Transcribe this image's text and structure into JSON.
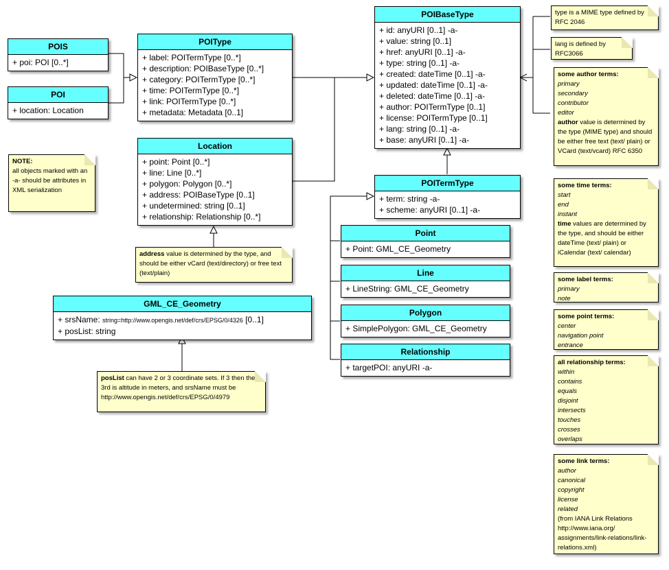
{
  "classes": {
    "pois": {
      "title": "POIS",
      "attrs": [
        "+ poi: POI [0..*]"
      ]
    },
    "poi": {
      "title": "POI",
      "attrs": [
        "+ location: Location"
      ]
    },
    "poitype": {
      "title": "POIType",
      "attrs": [
        "+ label: POITermType [0..*]",
        "+ description: POIBaseType [0..*]",
        "+ category: POITermType [0..*]",
        "+ time: POITermType [0..*]",
        "+ link: POITermType [0..*]",
        "+ metadata: Metadata [0..1]"
      ]
    },
    "location": {
      "title": "Location",
      "attrs": [
        "+ point: Point [0..*]",
        "+ line: Line [0..*]",
        "+ polygon: Polygon [0..*]",
        "+ address: POIBaseType [0..1]",
        "+ undetermined: string [0..1]",
        "+ relationship: Relationship [0..*]"
      ]
    },
    "poibasetype": {
      "title": "POIBaseType",
      "attrs": [
        "+ id: anyURI [0..1] -a-",
        "+ value: string [0..1]",
        "+ href: anyURI [0..1] -a-",
        "+ type: string [0..1] -a-",
        "+ created: dateTime [0..1] -a-",
        "+ updated: dateTime [0..1] -a-",
        "+ deleted: dateTime [0..1] -a-",
        "+ author: POITermType [0..1]",
        "+ license: POITermType [0..1]",
        "+ lang: string [0..1] -a-",
        "+ base: anyURI [0..1] -a-"
      ]
    },
    "poitermtype": {
      "title": "POITermType",
      "attrs": [
        "+ term: string -a-",
        "+ scheme: anyURI [0..1] -a-"
      ]
    },
    "point": {
      "title": "Point",
      "attrs": [
        "+ Point: GML_CE_Geometry"
      ]
    },
    "line": {
      "title": "Line",
      "attrs": [
        "+ LineString: GML_CE_Geometry"
      ]
    },
    "polygon": {
      "title": "Polygon",
      "attrs": [
        "+ SimplePolygon: GML_CE_Geometry"
      ]
    },
    "relationship": {
      "title": "Relationship",
      "attrs": [
        "+ targetPOI: anyURI -a-"
      ]
    },
    "gml": {
      "title": "GML_CE_Geometry",
      "srs_prefix": "+ srsName: ",
      "srs_value": "string=http://www.opengis.net/def/crs/EPSG/0/4326",
      "srs_mult": " [0..1]",
      "poslist": "+ posList: string"
    }
  },
  "notes": {
    "note_attr": {
      "bold": "NOTE:",
      "text": "all objects marked with an -a- should be attributes in XML serialization"
    },
    "note_type": {
      "text": "type is a MIME type defined by RFC 2046"
    },
    "note_lang": {
      "text": "lang is defined by RFC3066"
    },
    "note_author": {
      "bold": "some author terms:",
      "terms": [
        "primary",
        "secondary",
        "contributor",
        "editor"
      ],
      "bold2": "author",
      "text": " value is determined by the type (MIME type) and should be either free text (text/ plain) or VCard (text/vcard) RFC 6350"
    },
    "note_time": {
      "bold": "some time terms:",
      "terms": [
        "start",
        "end",
        "instant"
      ],
      "bold2": "time",
      "text": " values are determined by the type, and should be either dateTime (text/ plain) or iCalendar (text/ calendar)"
    },
    "note_label": {
      "bold": "some label terms:",
      "terms": [
        "primary",
        "note"
      ]
    },
    "note_point": {
      "bold": "some point terms:",
      "terms": [
        "center",
        "navigation point",
        "entrance"
      ]
    },
    "note_rel": {
      "bold": "all relationship terms:",
      "terms": [
        "within",
        "contains",
        "equals",
        "disjoint",
        "intersects",
        "touches",
        "crosses",
        "overlaps"
      ]
    },
    "note_link": {
      "bold": "some link terms:",
      "terms": [
        "author",
        "canonical",
        "copyright",
        "license",
        "related"
      ],
      "text": "(from IANA Link Relations http://www.iana.org/ assignments/link-relations/link-relations.xml)"
    },
    "note_address": {
      "bold": "address",
      "text": " value is determined by the type, and should be either vCard (text/directory) or free text (text/plain)"
    },
    "note_poslist": {
      "bold": "posList",
      "text": " can have 2 or 3 coordinate sets. If 3 then the 3rd is altitude in meters, and srsName must be http://www.opengis.net/def/crs/EPSG/0/4979"
    }
  }
}
